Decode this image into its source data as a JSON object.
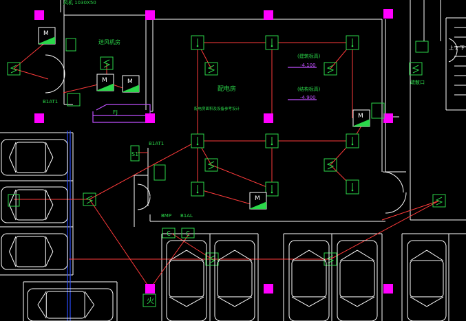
{
  "drawing": {
    "background": "#000000",
    "colors": {
      "wall": "#ffffff",
      "wire": "#ff3b3b",
      "device": "#2bd84a",
      "column": "#ff00ff",
      "purple": "#c050ff",
      "car": "#ffffff",
      "blue": "#2a4cff"
    }
  },
  "labels": {
    "top_note": "风机 1030X50",
    "fan_room": "送风机房",
    "pump_room": "配电房",
    "pump_room_note": "配电房面积及设备参考设计",
    "elev1": "(建筑标高)",
    "elev1_value": "-4.100",
    "elev2": "(结构标高)",
    "elev2_value": "-4.900",
    "b1at1": "B1AT1",
    "b1at1_alt": "B1AT1",
    "bmp": "BMP",
    "b1al": "B1AL",
    "fj": "FJ",
    "s1": "S1",
    "stair_label": "疏散口",
    "stair_num": "上 2 下"
  },
  "symbols": {
    "switch": "S",
    "motor": "M",
    "light": "|",
    "box": "C",
    "fire": "火"
  }
}
